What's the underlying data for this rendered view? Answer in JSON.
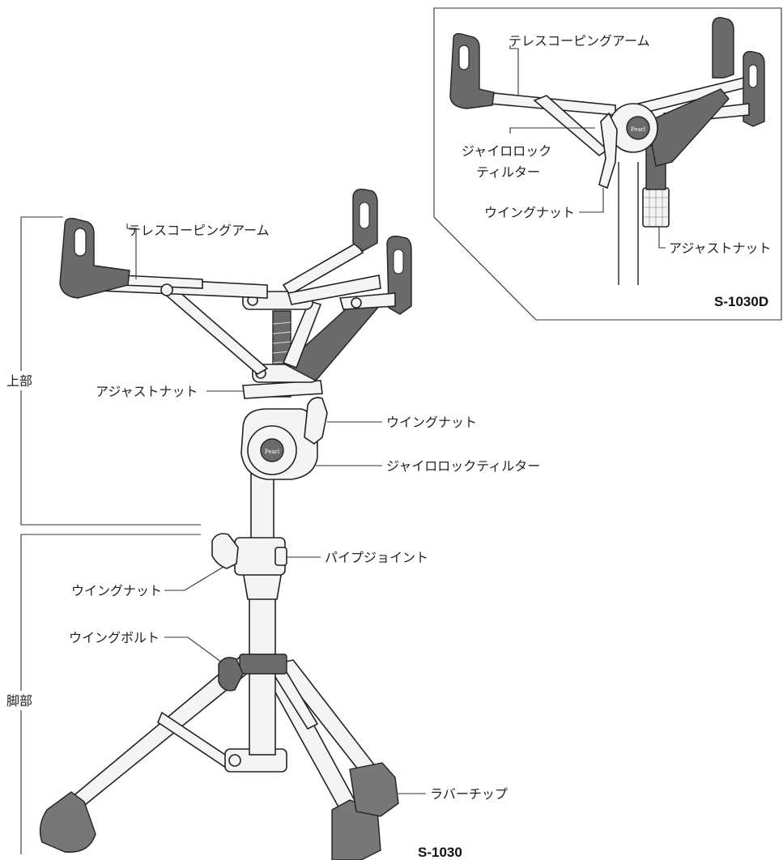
{
  "main": {
    "sections": {
      "upper": "上部",
      "legs": "脚部"
    },
    "labels": {
      "telescoping_arm": "テレスコーピングアーム",
      "adjust_nut": "アジャストナット",
      "wing_nut_top": "ウイングナット",
      "gyro_lock_tilter": "ジャイロロックティルター",
      "pipe_joint": "パイプジョイント",
      "wing_nut_mid": "ウイングナット",
      "wing_bolt": "ウイングボルト",
      "rubber_tip": "ラバーチップ"
    },
    "model": "S-1030"
  },
  "inset": {
    "labels": {
      "telescoping_arm": "テレスコーピングアーム",
      "gyro_lock_tilter_line1": "ジャイロロック",
      "gyro_lock_tilter_line2": "ティルター",
      "wing_nut": "ウイングナット",
      "adjust_nut": "アジャストナット"
    },
    "model": "S-1030D"
  },
  "logo_text": "Pearl",
  "colors": {
    "line": "#333333",
    "rubber": "#6a6a6a",
    "metal": "#f4f4f4"
  }
}
